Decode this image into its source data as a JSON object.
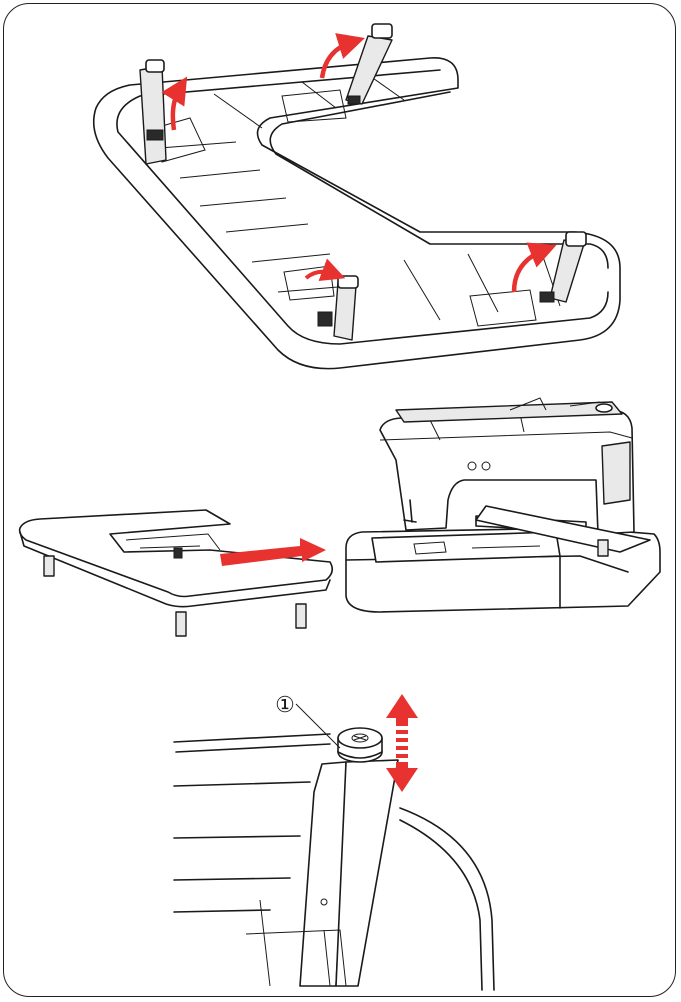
{
  "callouts": {
    "leg_cap": "①"
  },
  "icons": {
    "arrow": "curved-red-arrow",
    "updown": "red-dashed-up-down-arrow",
    "slide": "red-slide-arrow"
  },
  "colors": {
    "accent": "#e8322f",
    "line": "#1a1a1a"
  }
}
